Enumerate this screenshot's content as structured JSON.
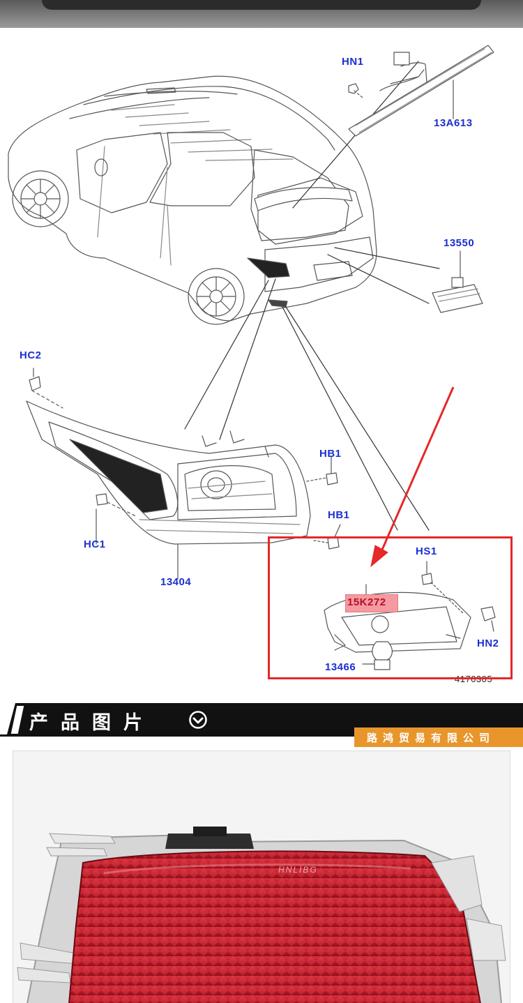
{
  "diagram": {
    "labels": {
      "hn1": "HN1",
      "p13a613": "13A613",
      "p13550": "13550",
      "hc2": "HC2",
      "hb1_top": "HB1",
      "hb1_bottom": "HB1",
      "hc1": "HC1",
      "p13404": "13404",
      "hs1": "HS1",
      "p15k272": "15K272",
      "hn2": "HN2",
      "p13466": "13466"
    },
    "reference_number": "4170305",
    "highlight_color": "#e52828",
    "label_color": "#1a2fd0"
  },
  "section_header": {
    "title": "产品图片",
    "company": "路鸿贸易有限公司",
    "check_icon": "check-circle-icon",
    "accent_color": "#e8962c"
  },
  "product_photo": {
    "brand_text": "HNLIBG",
    "lens_color": "#c8202e"
  }
}
